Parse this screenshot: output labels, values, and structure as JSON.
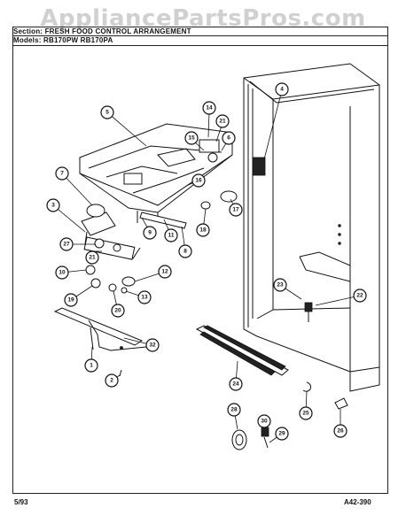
{
  "header": {
    "section_line": "Section: FRESH FOOD CONTROL ARRANGEMENT",
    "models_line": "Models:  RB170PW  RB170PA"
  },
  "watermark": "AppliancePartsPros.com",
  "footer": {
    "date": "5/93",
    "diagram_code": "A42-390"
  },
  "callouts": [
    {
      "id": "c1",
      "label": "1"
    },
    {
      "id": "c2",
      "label": "2"
    },
    {
      "id": "c3",
      "label": "3"
    },
    {
      "id": "c4",
      "label": "4"
    },
    {
      "id": "c5",
      "label": "5"
    },
    {
      "id": "c6",
      "label": "6"
    },
    {
      "id": "c7",
      "label": "7"
    },
    {
      "id": "c8",
      "label": "8"
    },
    {
      "id": "c9",
      "label": "9"
    },
    {
      "id": "c10",
      "label": "10"
    },
    {
      "id": "c11",
      "label": "11"
    },
    {
      "id": "c12",
      "label": "12"
    },
    {
      "id": "c13",
      "label": "13"
    },
    {
      "id": "c14",
      "label": "14"
    },
    {
      "id": "c15",
      "label": "15"
    },
    {
      "id": "c16",
      "label": "16"
    },
    {
      "id": "c17",
      "label": "17"
    },
    {
      "id": "c18",
      "label": "18"
    },
    {
      "id": "c19",
      "label": "19"
    },
    {
      "id": "c20",
      "label": "20"
    },
    {
      "id": "c21a",
      "label": "21"
    },
    {
      "id": "c21b",
      "label": "21"
    },
    {
      "id": "c21c",
      "label": "21"
    },
    {
      "id": "c22",
      "label": "22"
    },
    {
      "id": "c23",
      "label": "23"
    },
    {
      "id": "c24",
      "label": "24"
    },
    {
      "id": "c25",
      "label": "25"
    },
    {
      "id": "c26",
      "label": "26"
    },
    {
      "id": "c27",
      "label": "27"
    },
    {
      "id": "c28",
      "label": "28"
    },
    {
      "id": "c29",
      "label": "29"
    },
    {
      "id": "c30",
      "label": "30"
    },
    {
      "id": "c32",
      "label": "32"
    }
  ]
}
